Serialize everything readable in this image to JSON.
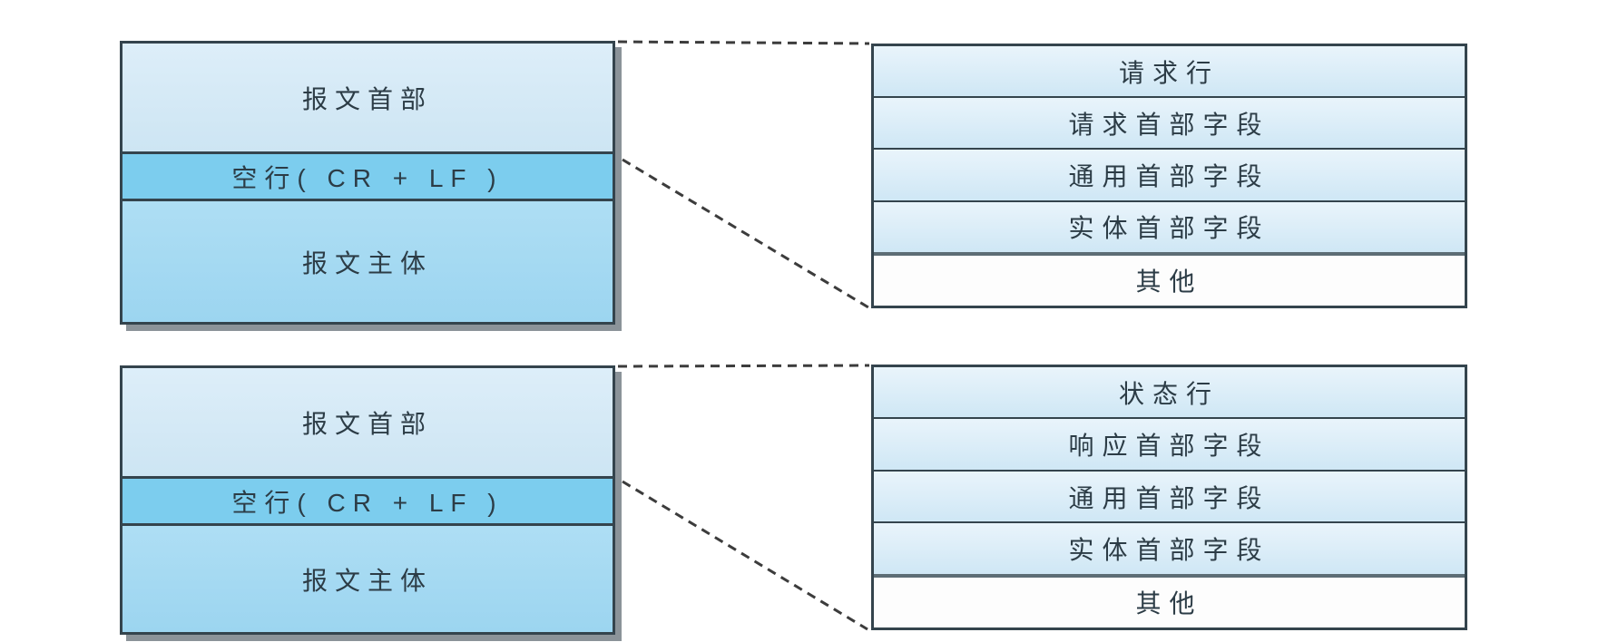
{
  "colors": {
    "header_bg_top": "#ddeef9",
    "header_bg_bot": "#cde5f3",
    "blank_bg": "#7ccdee",
    "body_bg_top": "#aedef4",
    "body_bg_bot": "#9cd5f0",
    "row_bg_top": "#e9f4fb",
    "row_bg_bot": "#cfe7f5",
    "other_bg": "#fdfdfd",
    "border": "#34444d",
    "thick_sep": "#5d6d75",
    "shadow": "#8b9399",
    "dash": "#3c3c3c",
    "text": "#2c3c46"
  },
  "request_diagram": {
    "message_box": {
      "header": "报文首部",
      "blank_line": "空行( CR + LF )",
      "body": "报文主体"
    },
    "detail_box": {
      "rows": [
        "请求行",
        "请求首部字段",
        "通用首部字段",
        "实体首部字段",
        "其他"
      ]
    }
  },
  "response_diagram": {
    "message_box": {
      "header": "报文首部",
      "blank_line": "空行( CR + LF )",
      "body": "报文主体"
    },
    "detail_box": {
      "rows": [
        "状态行",
        "响应首部字段",
        "通用首部字段",
        "实体首部字段",
        "其他"
      ]
    }
  }
}
